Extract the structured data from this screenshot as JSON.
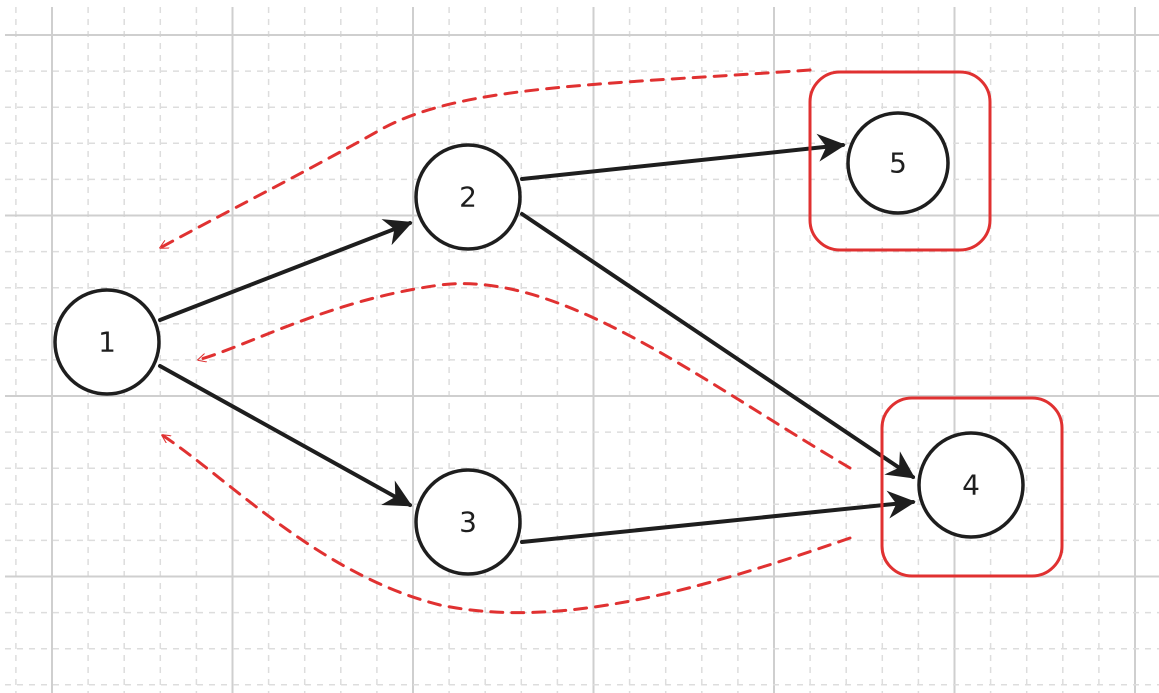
{
  "diagram": {
    "nodes": [
      {
        "id": "1",
        "label": "1",
        "highlighted": false
      },
      {
        "id": "2",
        "label": "2",
        "highlighted": false
      },
      {
        "id": "3",
        "label": "3",
        "highlighted": false
      },
      {
        "id": "4",
        "label": "4",
        "highlighted": true
      },
      {
        "id": "5",
        "label": "5",
        "highlighted": true
      }
    ],
    "edges": [
      {
        "from": "1",
        "to": "2",
        "style": "solid"
      },
      {
        "from": "1",
        "to": "3",
        "style": "solid"
      },
      {
        "from": "2",
        "to": "5",
        "style": "solid"
      },
      {
        "from": "2",
        "to": "4",
        "style": "solid"
      },
      {
        "from": "3",
        "to": "4",
        "style": "solid"
      },
      {
        "from": "5",
        "to": "1",
        "style": "dashed"
      },
      {
        "from": "4",
        "to": "1",
        "style": "dashed"
      },
      {
        "from": "4",
        "to": "1",
        "style": "dashed"
      }
    ],
    "colors": {
      "stroke": "#1e1e1e",
      "highlight": "#e03131",
      "grid_major": "#cfcfcf",
      "grid_minor": "#dddddd"
    }
  }
}
